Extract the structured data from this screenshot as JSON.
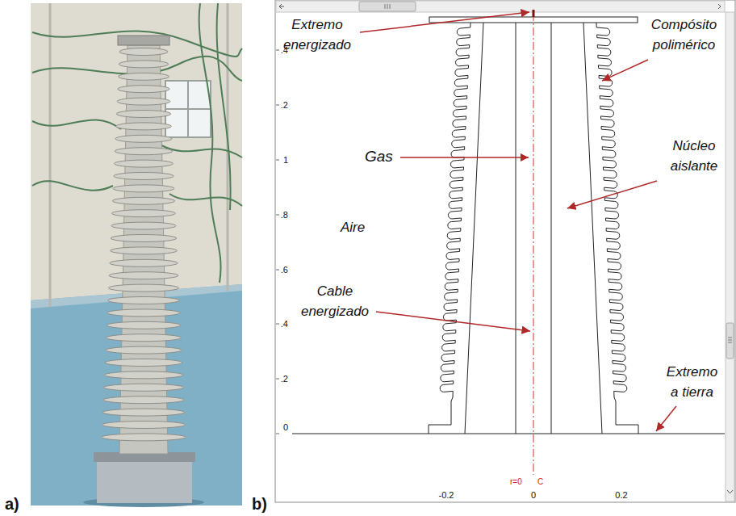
{
  "diagram": {
    "labels": [
      "a)",
      "b)",
      "Extremo energizado",
      "Compósito polimérico",
      "Gas",
      "Núcleo aislante",
      "Aire",
      "Cable energizado",
      "Extremo a tierra",
      ".4",
      ".2",
      "1",
      ".8",
      ".6",
      ".4",
      ".2",
      "0",
      "-0.2",
      "0",
      "0.2",
      "r=0",
      "C"
    ]
  }
}
